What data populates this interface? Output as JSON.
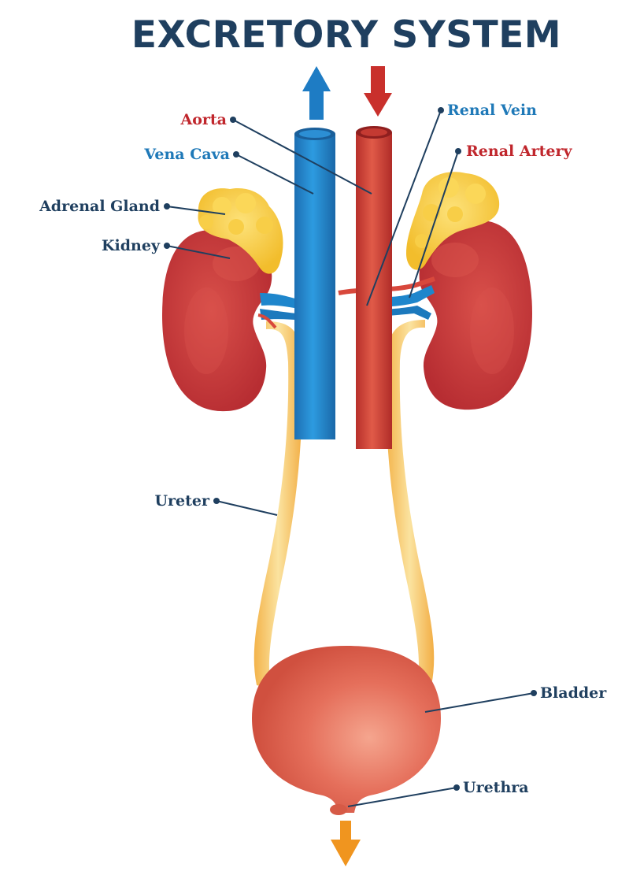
{
  "title": "EXCRETORY SYSTEM",
  "colors": {
    "title": "#1f3f5f",
    "label_dark": "#1f3f5f",
    "label_red": "#c0262c",
    "label_blue": "#1f79b8",
    "vein_blue": "#1e86cc",
    "artery_red": "#d8483c",
    "kidney_red": "#c9383a",
    "gland_yellow": "#f6cc42",
    "ureter_yellow": "#f6c766",
    "bladder": "#de6451",
    "urine_orange": "#f0951f"
  },
  "labels": {
    "aorta": "Aorta",
    "vena_cava": "Vena Cava",
    "adrenal_gland": "Adrenal Gland",
    "kidney": "Kidney",
    "renal_vein": "Renal Vein",
    "renal_artery": "Renal Artery",
    "ureter": "Ureter",
    "bladder": "Bladder",
    "urethra": "Urethra"
  }
}
